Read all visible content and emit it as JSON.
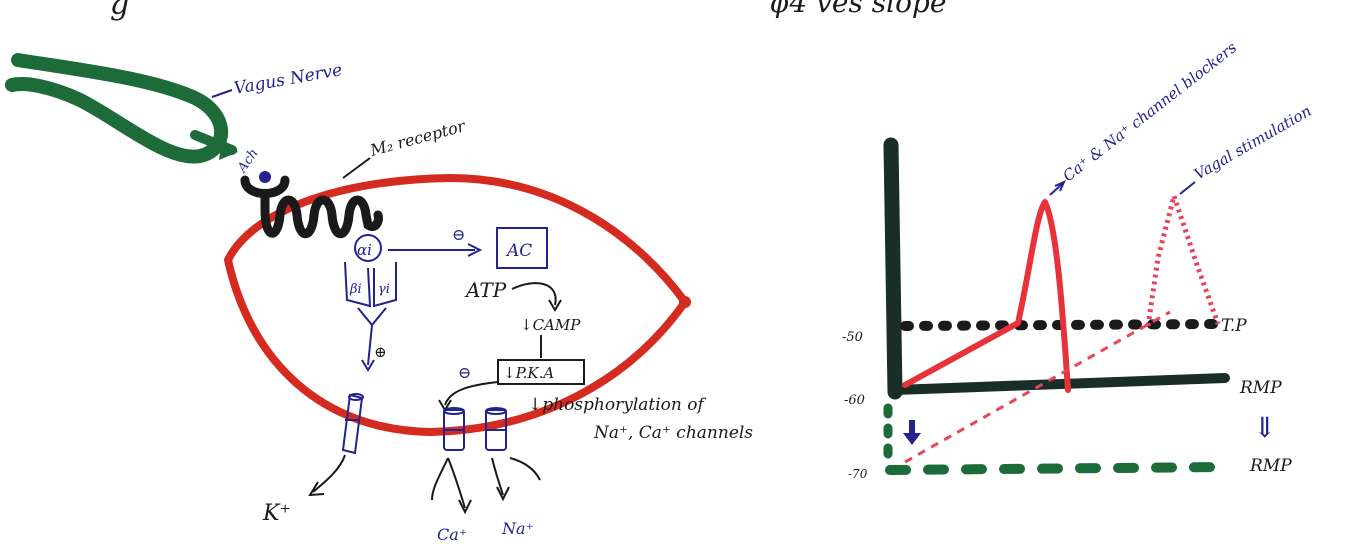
{
  "header_fragment": {
    "left_letter": "g",
    "right_text": "ɸ4  ves  slope"
  },
  "cell_diagram": {
    "vagus_nerve": "Vagus Nerve",
    "ach": "Ach",
    "m2_receptor": "M₂ receptor",
    "alpha_i": "αi",
    "inhibit_symbol": "⊖",
    "stimulate_symbol": "⊕",
    "ac": "AC",
    "beta_i": "βi",
    "gamma_i": "γi",
    "atp": "ATP",
    "camp": "↓CAMP",
    "pka": "↓P.K.A",
    "phosphorylation_line1": "↓phosphorylation of",
    "phosphorylation_line2": "Na⁺, Ca⁺ channels",
    "k_ion": "K⁺",
    "ca_ion": "Ca⁺",
    "na_ion": "Na⁺"
  },
  "potential_graph": {
    "y_ticks": [
      "-50",
      "-60",
      "-70"
    ],
    "tp_label": "T.P",
    "rmp_label_top": "RMP",
    "rmp_arrow": "⇓",
    "rmp_label_bottom": "RMP",
    "blockers_label": "Ca⁺ & Na⁺ channel blockers",
    "vagal_label": "Vagal stimulation"
  },
  "colors": {
    "nerve": "#1e6b3a",
    "membrane": "#d42a1f",
    "receptor": "#1a1a1a",
    "annotation": "#23238f",
    "axis": "#1a2e28",
    "dashed_red": "#e8455a"
  }
}
